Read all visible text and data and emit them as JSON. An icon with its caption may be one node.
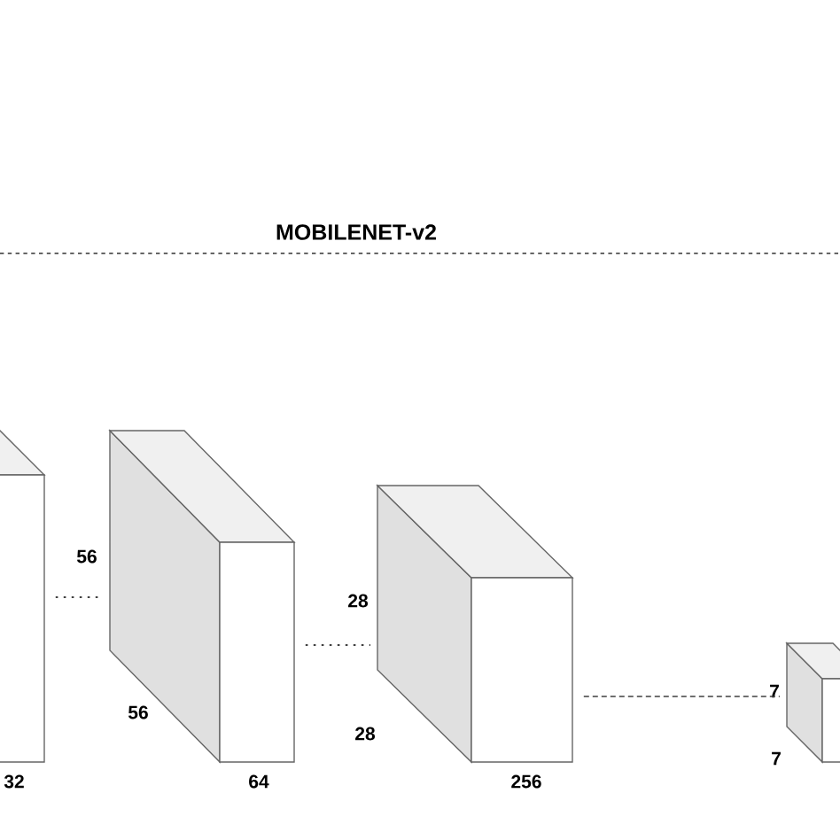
{
  "diagram": {
    "title": "MOBILENET-v2",
    "nodes": [
      {
        "text": [],
        "shape": "box",
        "beside": [
          "32"
        ]
      },
      {
        "text": [],
        "shape": "box",
        "beside": [
          "56",
          "56",
          "64"
        ]
      },
      {
        "text": [],
        "shape": "box",
        "beside": [
          "28",
          "28",
          "256"
        ]
      },
      {
        "text": [],
        "shape": "box",
        "beside": [
          "7",
          "7"
        ]
      }
    ],
    "edges": [
      {
        "from": 0,
        "to": 1,
        "arrow": "none"
      },
      {
        "from": 1,
        "to": 2,
        "arrow": "none"
      },
      {
        "from": 2,
        "to": 3,
        "arrow": "none",
        "style": "dashed"
      }
    ]
  }
}
